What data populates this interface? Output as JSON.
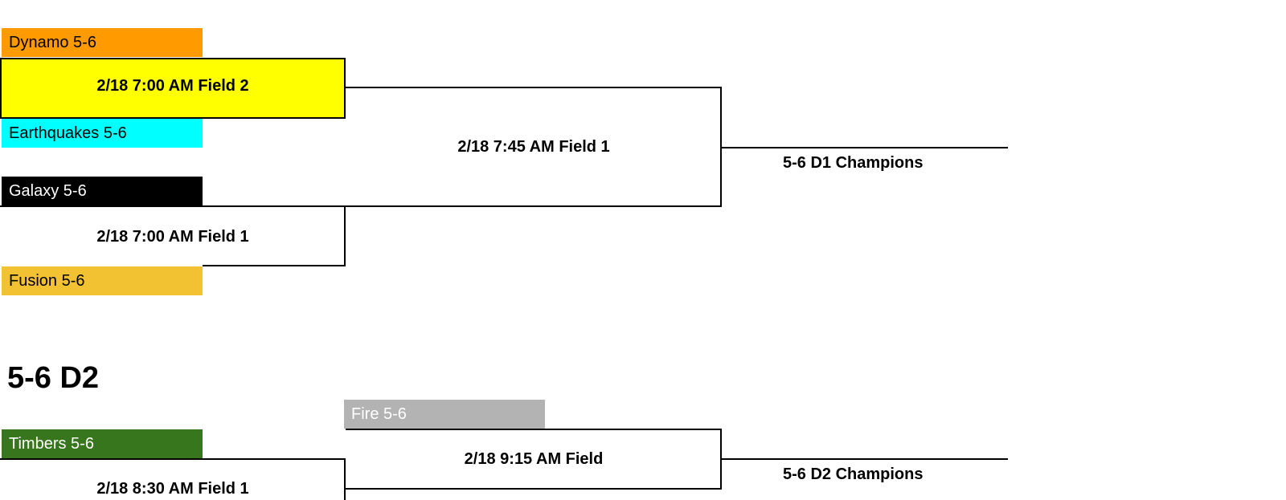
{
  "d1": {
    "teams": {
      "dynamo": {
        "label": "Dynamo 5-6",
        "color": "#ff9a00"
      },
      "earthquakes": {
        "label": "Earthquakes 5-6",
        "color": "#00ffff"
      },
      "galaxy": {
        "label": "Galaxy 5-6",
        "color": "#000000"
      },
      "fusion": {
        "label": "Fusion 5-6",
        "color": "#f2c232"
      }
    },
    "games": {
      "game1": "2/18 7:00 AM Field 2",
      "game2": "2/18 7:00 AM Field 1",
      "final": "2/18 7:45 AM Field 1"
    },
    "champion_label": "5-6 D1 Champions",
    "highlight_color": "#ffff00"
  },
  "d2": {
    "title": "5-6 D2",
    "teams": {
      "fire": {
        "label": "Fire 5-6",
        "color": "#b3b3b3"
      },
      "timbers": {
        "label": "Timbers 5-6",
        "color": "#38761d"
      }
    },
    "games": {
      "game1": "2/18 8:30 AM Field 1",
      "final": "2/18 9:15 AM Field"
    },
    "champion_label": "5-6 D2 Champions"
  }
}
